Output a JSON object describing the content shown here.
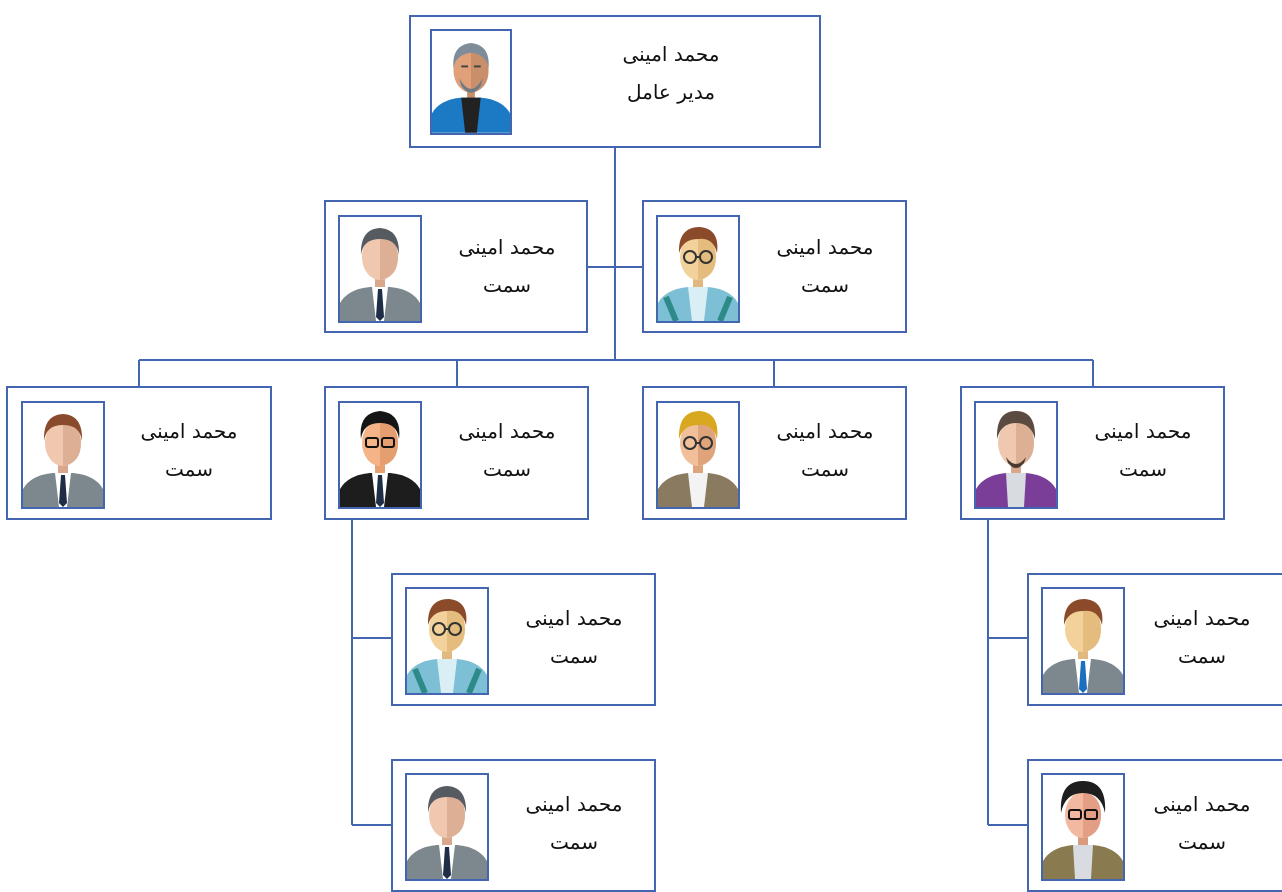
{
  "chart": {
    "root": {
      "name": "محمد امینی",
      "title": "مدیر عامل",
      "avatar": "avatar-man-beard-blue-shirt"
    },
    "level2": [
      {
        "name": "محمد امینی",
        "title": "سمت",
        "avatar": "avatar-man-grey-suit"
      },
      {
        "name": "محمد امینی",
        "title": "سمت",
        "avatar": "avatar-man-glasses-vest"
      }
    ],
    "level3": [
      {
        "name": "محمد امینی",
        "title": "سمت",
        "avatar": "avatar-man-grey-suit"
      },
      {
        "name": "محمد امینی",
        "title": "سمت",
        "avatar": "avatar-man-glasses-black-suit"
      },
      {
        "name": "محمد امینی",
        "title": "سمت",
        "avatar": "avatar-man-glasses-blond"
      },
      {
        "name": "محمد امینی",
        "title": "سمت",
        "avatar": "avatar-man-beard-purple"
      }
    ],
    "level4": [
      {
        "name": "محمد امینی",
        "title": "سمت",
        "avatar": "avatar-man-glasses-vest"
      },
      {
        "name": "محمد امینی",
        "title": "سمت",
        "avatar": "avatar-man-grey-suit"
      },
      {
        "name": "محمد امینی",
        "title": "سمت",
        "avatar": "avatar-man-grey-suit"
      },
      {
        "name": "محمد امینی",
        "title": "سمت",
        "avatar": "avatar-man-glasses-olive-jacket"
      }
    ]
  },
  "colors": {
    "border": "#4466b0",
    "connector": "#4466b0",
    "text": "#111111"
  }
}
